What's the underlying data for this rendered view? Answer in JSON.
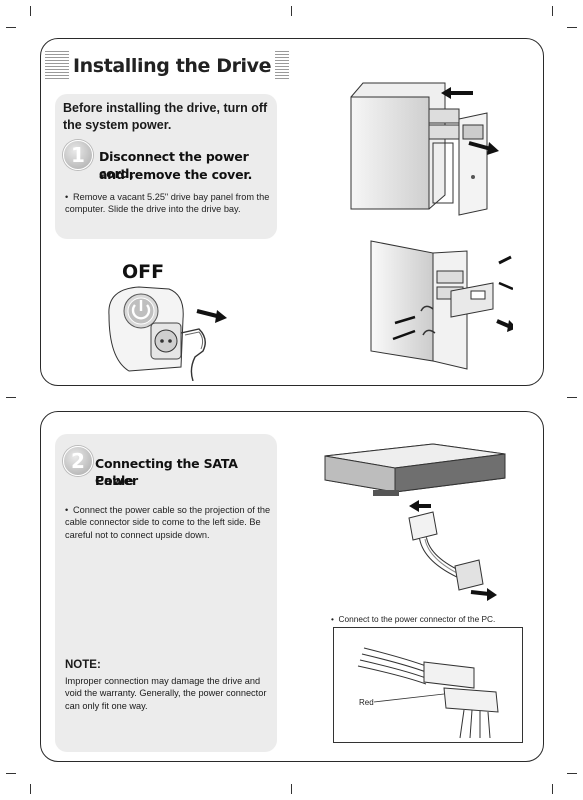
{
  "section1": {
    "title": "Installing the Drive",
    "intro": "Before installing the drive, turn off the system power.",
    "step_number": "1",
    "step_heading_line1": "Disconnect the power cord,",
    "step_heading_line2": "and remove the cover.",
    "bullet": "Remove a vacant 5.25\" drive bay panel from the computer. Slide the drive into the drive bay.",
    "off_label": "OFF"
  },
  "section2": {
    "step_number": "2",
    "step_heading_line1": "Connecting the SATA Power",
    "step_heading_line2": "Cable",
    "bullet": "Connect the power cable so the projection of the cable connector side to come to the left side. Be careful not to connect upside down.",
    "note_title": "NOTE:",
    "note_text": "Improper connection may damage the drive and void the warranty. Generally, the power connector can only fit one way.",
    "caption": "Connect to the power connector of the PC.",
    "red_label": "Red"
  }
}
